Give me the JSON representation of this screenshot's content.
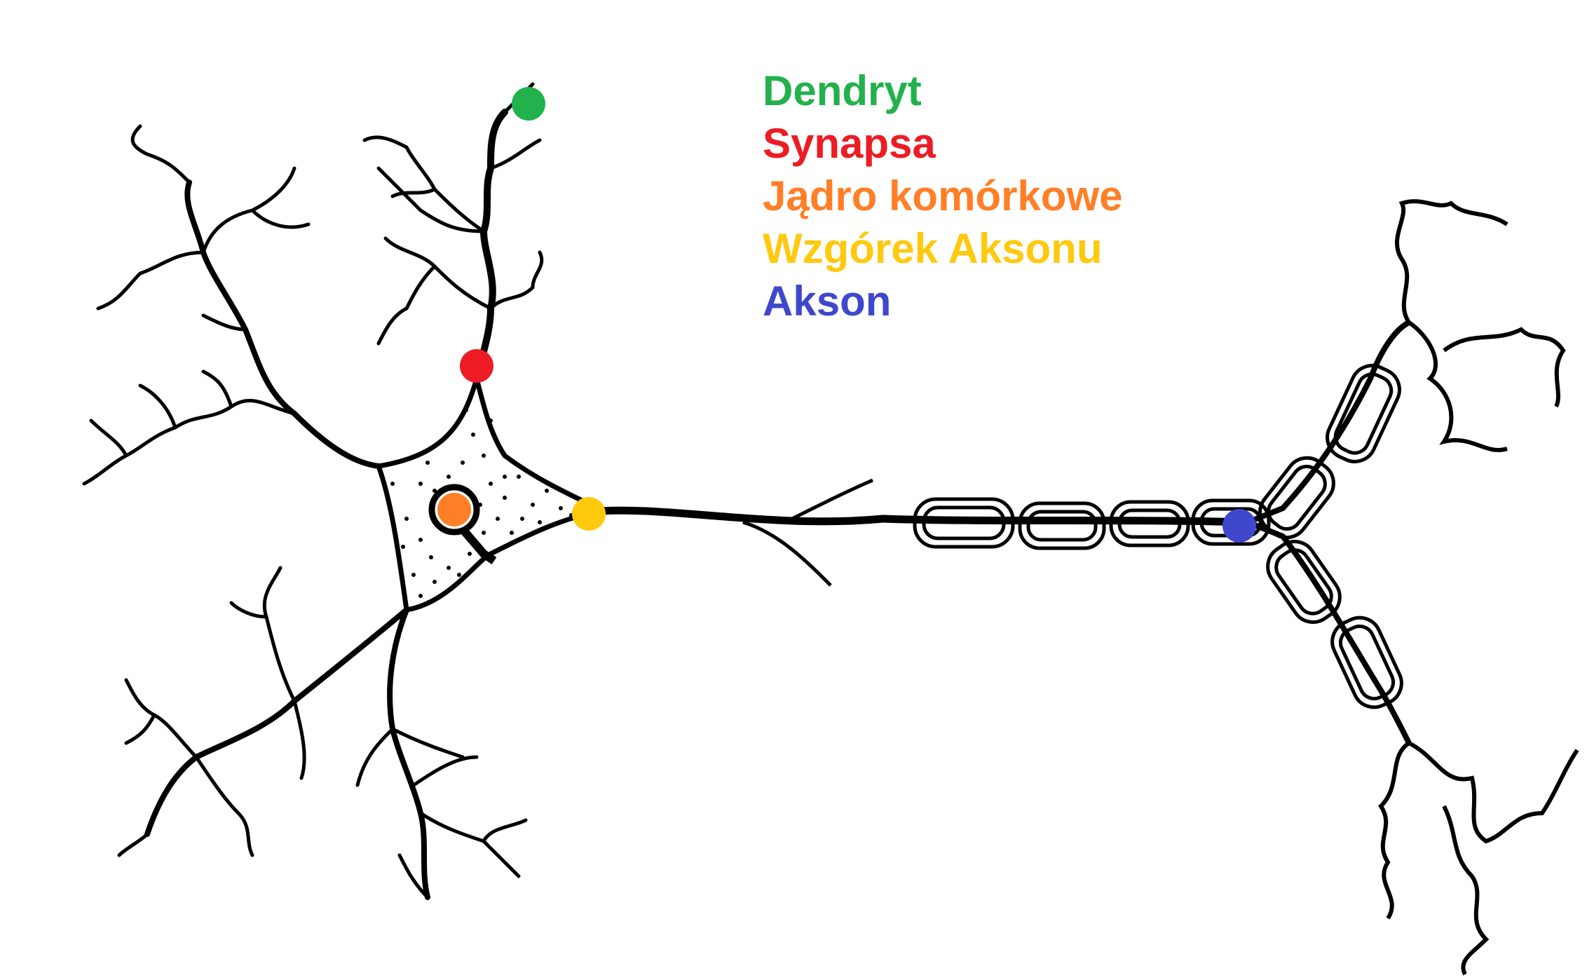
{
  "legend": [
    {
      "key": "dendrite",
      "label": "Dendryt",
      "color": "#22b14c"
    },
    {
      "key": "synapse",
      "label": "Synapsa",
      "color": "#ed1c24"
    },
    {
      "key": "nucleus",
      "label": "Jądro komórkowe",
      "color": "#ff7f27"
    },
    {
      "key": "axon_hillock",
      "label": "Wzgórek Aksonu",
      "color": "#ffc90e"
    },
    {
      "key": "axon",
      "label": "Akson",
      "color": "#3f48cc"
    }
  ],
  "colors": {
    "ink": "#000000",
    "background": "#ffffff"
  }
}
